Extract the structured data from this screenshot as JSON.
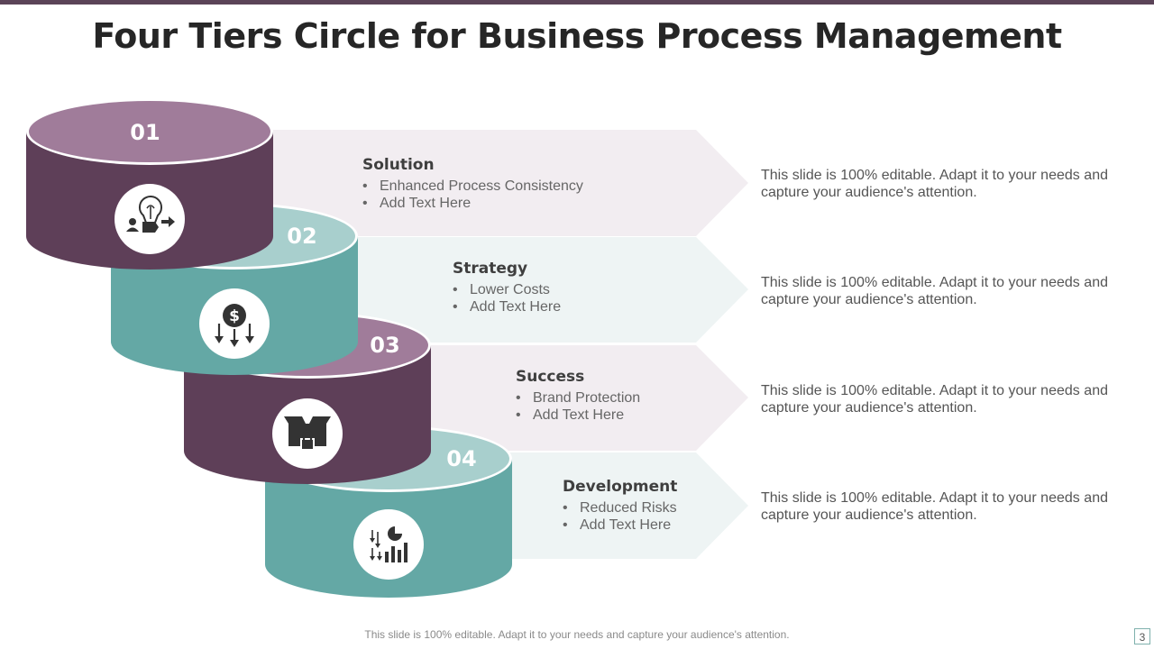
{
  "title": "Four Tiers Circle for Business Process Management",
  "colors": {
    "plum_dark": "#5e3f58",
    "plum_light": "#a07c9a",
    "teal_dark": "#64a8a5",
    "teal_light": "#a8cfcd",
    "arrow_plum": "#f2edf1",
    "arrow_teal": "#eef4f4"
  },
  "tiers": [
    {
      "number": "01",
      "heading": "Solution",
      "bullets": [
        "Enhanced Process Consistency",
        "Add Text Here"
      ],
      "description": "This slide is 100% editable. Adapt it to your needs and capture your audience's attention.",
      "icon": "lightbulb-idea-icon"
    },
    {
      "number": "02",
      "heading": "Strategy",
      "bullets": [
        "Lower Costs",
        "Add Text Here"
      ],
      "description": "This slide is 100% editable. Adapt it to your needs and capture your audience's attention.",
      "icon": "dollar-down-arrows-icon"
    },
    {
      "number": "03",
      "heading": "Success",
      "bullets": [
        "Brand Protection",
        "Add Text Here"
      ],
      "description": "This slide is 100% editable. Adapt it to your needs and capture your audience's attention.",
      "icon": "locked-box-icon"
    },
    {
      "number": "04",
      "heading": "Development",
      "bullets": [
        "Reduced Risks",
        "Add Text Here"
      ],
      "description": "This slide is 100% editable. Adapt it to your needs and capture your audience's attention.",
      "icon": "risk-chart-icon"
    }
  ],
  "footer": "This slide is 100% editable. Adapt it to your needs and capture your audience's attention.",
  "page_number": "3"
}
